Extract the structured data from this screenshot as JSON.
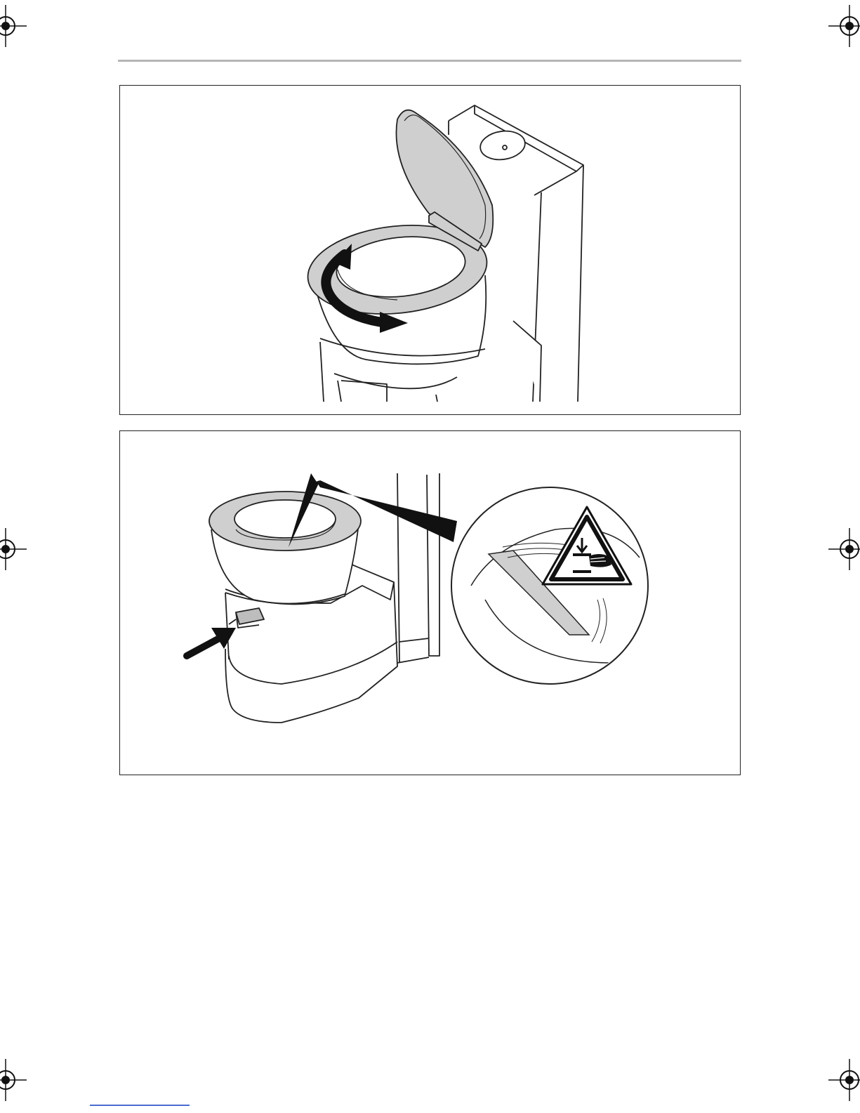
{
  "page": {
    "figures": [
      {
        "id": "figure-1",
        "depicts": "toilet-seat-rotating"
      },
      {
        "id": "figure-2",
        "depicts": "release-button-press"
      }
    ],
    "warning_symbol": {
      "icon": "hand-crush-warning-icon",
      "color": "#111111"
    },
    "colors": {
      "line": "#222222",
      "fill_gray": "#cfcfcf",
      "rule": "#b5b5b5",
      "link": "#4a6cd0"
    }
  }
}
